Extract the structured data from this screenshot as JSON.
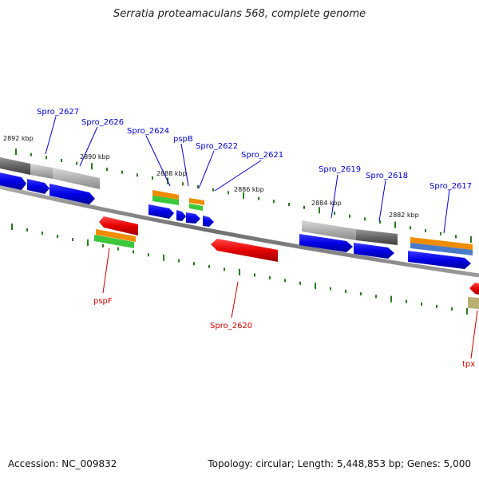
{
  "title": "Serratia proteamaculans 568, complete genome",
  "footer": {
    "accession": "Accession: NC_009832",
    "summary": "Topology: circular; Length: 5,448,853 bp; Genes: 5,000"
  },
  "colors": {
    "backbone": "#808080",
    "tick": "#2a7a1e",
    "label_forward": "#0000cc",
    "label_reverse": "#cc0000",
    "cds_forward": "#0000ee",
    "cds_reverse": "#ee0000",
    "gene_gray": "#a0a0a0",
    "gene_dark": "#606060",
    "orange": "#f08c00",
    "green": "#3cc83c",
    "steel": "#4a7bc8",
    "khaki": "#b8b070"
  },
  "kbp_labels": [
    "2892 kbp",
    "2890 kbp",
    "2888 kbp",
    "2886 kbp",
    "2884 kbp",
    "2882 kbp"
  ],
  "forward_labels": [
    "Spro_2627",
    "Spro_2626",
    "Spro_2624",
    "pspB",
    "Spro_2622",
    "Spro_2621",
    "Spro_2619",
    "Spro_2618",
    "Spro_2617"
  ],
  "reverse_labels": [
    "pspF",
    "Spro_2620",
    "tpx"
  ]
}
